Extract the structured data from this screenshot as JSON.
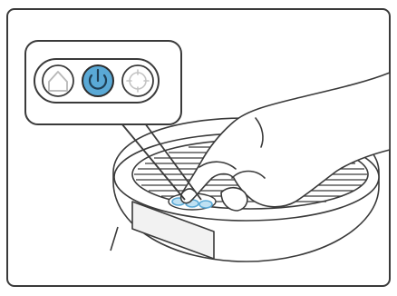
{
  "illustration": {
    "subject": "robot-vacuum-power-button",
    "accent_color": "#5aa9d6",
    "line_color": "#333333",
    "buttons": [
      {
        "name": "home-button",
        "icon": "home-icon",
        "highlighted": false
      },
      {
        "name": "power-button",
        "icon": "power-icon",
        "highlighted": true
      },
      {
        "name": "spot-clean-button",
        "icon": "crosshair-icon",
        "highlighted": false
      }
    ]
  }
}
